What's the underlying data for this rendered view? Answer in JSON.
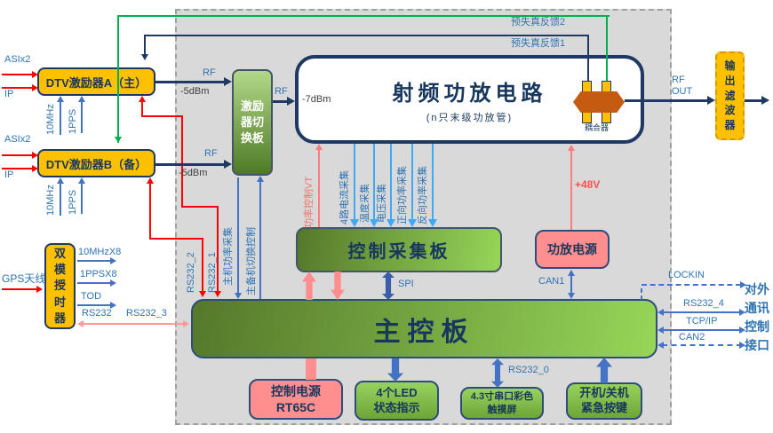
{
  "feedback": {
    "fb2": "预失真反馈2",
    "fb1": "预失真反馈1"
  },
  "exciter_a": {
    "label": "DTV激励器A（主）",
    "asi": "ASIx2",
    "ip": "IP",
    "clk": "10MHz",
    "pps": "1PPS"
  },
  "exciter_b": {
    "label": "DTV激励器B（备）",
    "asi": "ASIx2",
    "ip": "IP",
    "clk": "10MHz",
    "pps": "1PPS"
  },
  "timing": {
    "label": "双模授时器",
    "gps": "GPS天线",
    "out1": "10MHzX8",
    "out2": "1PPSX8",
    "out3": "TOD",
    "out4": "RS232",
    "rs232_3": "RS232_3"
  },
  "switchboard": {
    "label": "激励器切换板",
    "rf1": "RF",
    "lvl1": "-5dBm",
    "rf2": "RF",
    "lvl2": "-5dBm",
    "rf3": "RF"
  },
  "rfamp": {
    "title": "射频功放电路",
    "subtitle": "(n只末级功放管)",
    "level": "-7dBm",
    "coupler": "耦合器"
  },
  "rfout": {
    "rf": "RF",
    "out": "OUT",
    "filter": "输出滤波器"
  },
  "ctrl": {
    "rs232_2": "RS232_2",
    "rs232_1": "RS232_1",
    "host_power": "主机功率采集",
    "switch_ctrl": "主备机切换控制",
    "vt": "功率控制VT",
    "acq": [
      "4路电流采集",
      "温度采集",
      "电压采集",
      "正向功率采集",
      "反向功率采集"
    ],
    "spi": "SPI",
    "can1": "CAN1",
    "v48": "+48V",
    "rs232_0": "RS232_0"
  },
  "boards": {
    "acq": "控制采集板",
    "main": "主控板",
    "amp_power": "功放电源"
  },
  "bottom": {
    "power1": "控制电源",
    "power2": "RT65C",
    "led1": "4个LED",
    "led2": "状态指示",
    "touch1": "4.3寸串口彩色",
    "touch2": "触摸屏",
    "btn1": "开机/关机",
    "btn2": "紧急按键"
  },
  "external": {
    "lockin": "LOCKIN",
    "rs232_4": "RS232_4",
    "tcpip": "TCP/IP",
    "can2": "CAN2",
    "iface": "对外通讯控制接口"
  },
  "colors": {
    "yellow": "#FFC000",
    "navy": "#1F3864",
    "green_line": "#00B050",
    "red": "#FF0000",
    "salmon": "#FF7C80",
    "blue": "#4472C4",
    "lightblue": "#3FA9F5",
    "pink": "#FF8F8F",
    "panel": "#D9D9D9"
  }
}
